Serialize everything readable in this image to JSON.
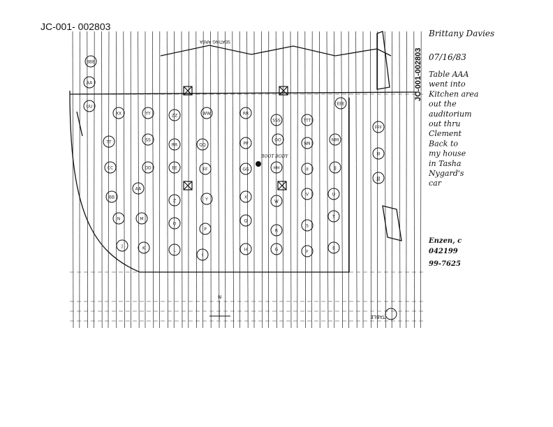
{
  "document_id": "JC-001- 002803",
  "side_stamp": "JC-001-002803",
  "notes": {
    "name": "Brittany Davies",
    "date": "07/16/83",
    "statement": [
      "Table AAA",
      "went into",
      "Kitchen area",
      "out the",
      "auditorium",
      "out thru",
      "Clement",
      "Back to",
      "my house",
      "in Tasha",
      "Nygard's",
      "car"
    ]
  },
  "case_mark": [
    "Enzen, c",
    "042199",
    "99-7625"
  ],
  "plan_labels": {
    "seating": "SEATING AREA",
    "position_mark": "BOOT BODY",
    "compass": "N",
    "table_tag": "TABLE"
  },
  "tables": [
    {
      "label": "BBB"
    },
    {
      "label": "AA"
    },
    {
      "label": "UU"
    },
    {
      "label": "XX"
    },
    {
      "label": "YY"
    },
    {
      "label": "ZZ"
    },
    {
      "label": "WW"
    },
    {
      "label": "RR"
    },
    {
      "label": "SSS"
    },
    {
      "label": "TTT"
    },
    {
      "label": "EEE"
    },
    {
      "label": "TT"
    },
    {
      "label": "SS"
    },
    {
      "label": "RR"
    },
    {
      "label": "QQ"
    },
    {
      "label": "PP"
    },
    {
      "label": "OO"
    },
    {
      "label": "NN"
    },
    {
      "label": "MM"
    },
    {
      "label": "CC"
    },
    {
      "label": "DD"
    },
    {
      "label": "EE"
    },
    {
      "label": "FF"
    },
    {
      "label": "GG"
    },
    {
      "label": "HH"
    },
    {
      "label": "II"
    },
    {
      "label": "JJ"
    },
    {
      "label": "BB"
    },
    {
      "label": "AA"
    },
    {
      "label": "Z"
    },
    {
      "label": "Y"
    },
    {
      "label": "X"
    },
    {
      "label": "W"
    },
    {
      "label": "V"
    },
    {
      "label": "U"
    },
    {
      "label": "N"
    },
    {
      "label": "M"
    },
    {
      "label": "O"
    },
    {
      "label": "P"
    },
    {
      "label": "Q"
    },
    {
      "label": "R"
    },
    {
      "label": "S"
    },
    {
      "label": "T"
    },
    {
      "label": "J"
    },
    {
      "label": "K"
    },
    {
      "label": "L"
    },
    {
      "label": "I"
    },
    {
      "label": "H"
    },
    {
      "label": "G"
    },
    {
      "label": "F"
    },
    {
      "label": "E"
    },
    {
      "label": "FFF"
    },
    {
      "label": "III"
    },
    {
      "label": "JJJ"
    }
  ]
}
